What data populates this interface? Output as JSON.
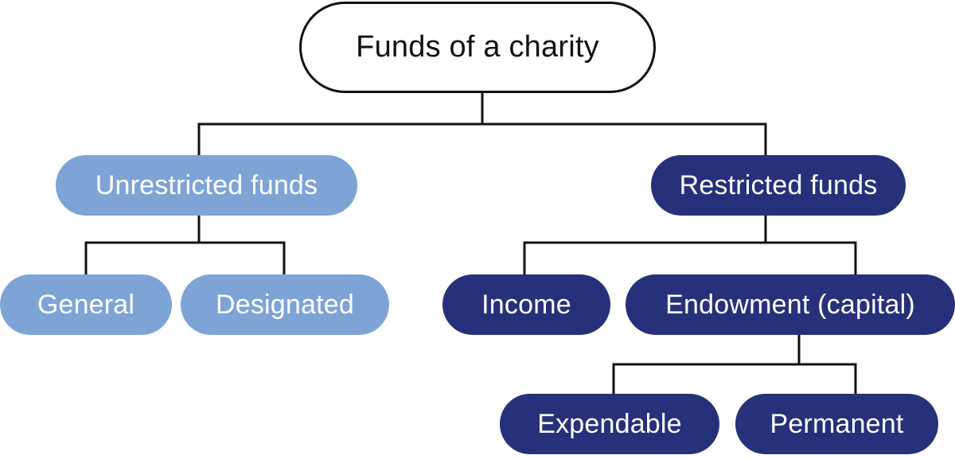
{
  "colors": {
    "line": "#111111",
    "root_fill": "#ffffff",
    "root_border": "#111111",
    "light_fill": "#7ea4d6",
    "dark_fill": "#27307a",
    "node_text": "#ffffff",
    "root_text": "#111111"
  },
  "nodes": {
    "root": "Funds of a charity",
    "unrestricted": "Unrestricted funds",
    "restricted": "Restricted funds",
    "general": "General",
    "designated": "Designated",
    "income": "Income",
    "endowment": "Endowment (capital)",
    "expendable": "Expendable",
    "permanent": "Permanent"
  }
}
